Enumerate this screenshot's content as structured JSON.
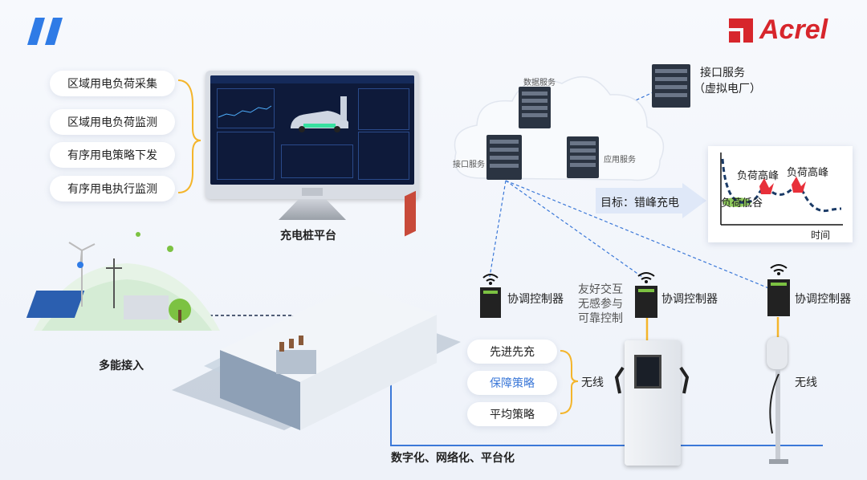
{
  "brand": {
    "logo_text": "Acrel",
    "accent": "#d7262c"
  },
  "colors": {
    "blue": "#3b78d8",
    "orange": "#f4b52b",
    "dark": "#1a2b4a",
    "green": "#7cc242"
  },
  "left_list": {
    "items": [
      "区域用电负荷采集",
      "区域用电负荷监测",
      "有序用电策略下发",
      "有序用电执行监测"
    ]
  },
  "platform": {
    "label": "充电桩平台"
  },
  "multi_access": {
    "label": "多能接入"
  },
  "servers": {
    "data": "数据服务",
    "interface": "接口服务",
    "app": "应用服务",
    "vpp_title": "接口服务",
    "vpp_sub": "（虚拟电厂）"
  },
  "goal": {
    "text": "目标：错峰充电"
  },
  "load_chart": {
    "peak1": "负荷高峰",
    "peak2": "负荷高峰",
    "valley": "负荷低谷",
    "x_axis": "时间"
  },
  "controllers": {
    "c1": "协调控制器",
    "c2": "协调控制器",
    "c3": "协调控制器"
  },
  "mid_text": {
    "l1": "友好交互",
    "l2": "无感参与",
    "l3": "可靠控制"
  },
  "strategies": {
    "items": [
      "先进先充",
      "保障策略",
      "平均策略"
    ],
    "highlight_color": "#3b78d8",
    "group_label": "无线"
  },
  "wireless_right": "无线",
  "bottom_caption": "数字化、网络化、平台化"
}
